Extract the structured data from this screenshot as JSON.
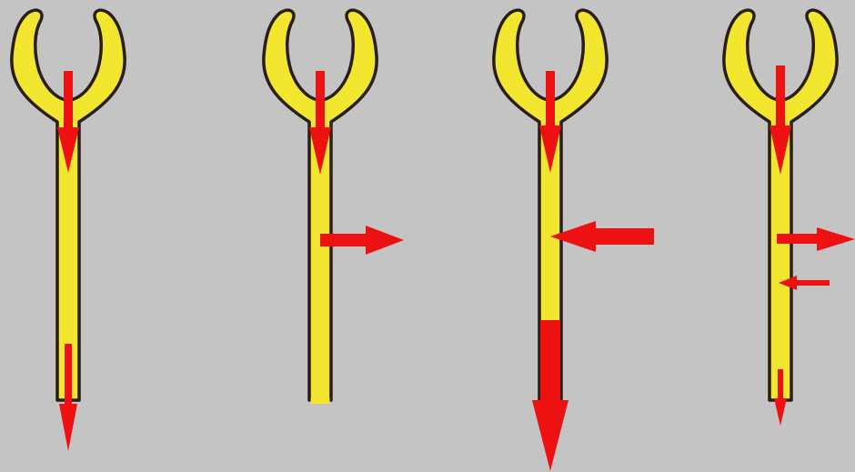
{
  "colors": {
    "background": "#c4c4c4",
    "nephron_fill": "#f3e62e",
    "nephron_outline": "#2a1d12",
    "arrow": "#ee1111"
  },
  "panels": [
    {
      "name": "filtration-only",
      "processes": [
        "filtration",
        "excretion"
      ],
      "excretion_magnitude": "medium"
    },
    {
      "name": "filtration-with-complete-reabsorption",
      "processes": [
        "filtration",
        "reabsorption"
      ],
      "excretion_magnitude": "none"
    },
    {
      "name": "filtration-with-secretion",
      "processes": [
        "filtration",
        "secretion",
        "excretion"
      ],
      "excretion_magnitude": "large"
    },
    {
      "name": "filtration-with-partial-reabsorption",
      "processes": [
        "filtration",
        "reabsorption",
        "secretion",
        "excretion"
      ],
      "excretion_magnitude": "small"
    }
  ]
}
